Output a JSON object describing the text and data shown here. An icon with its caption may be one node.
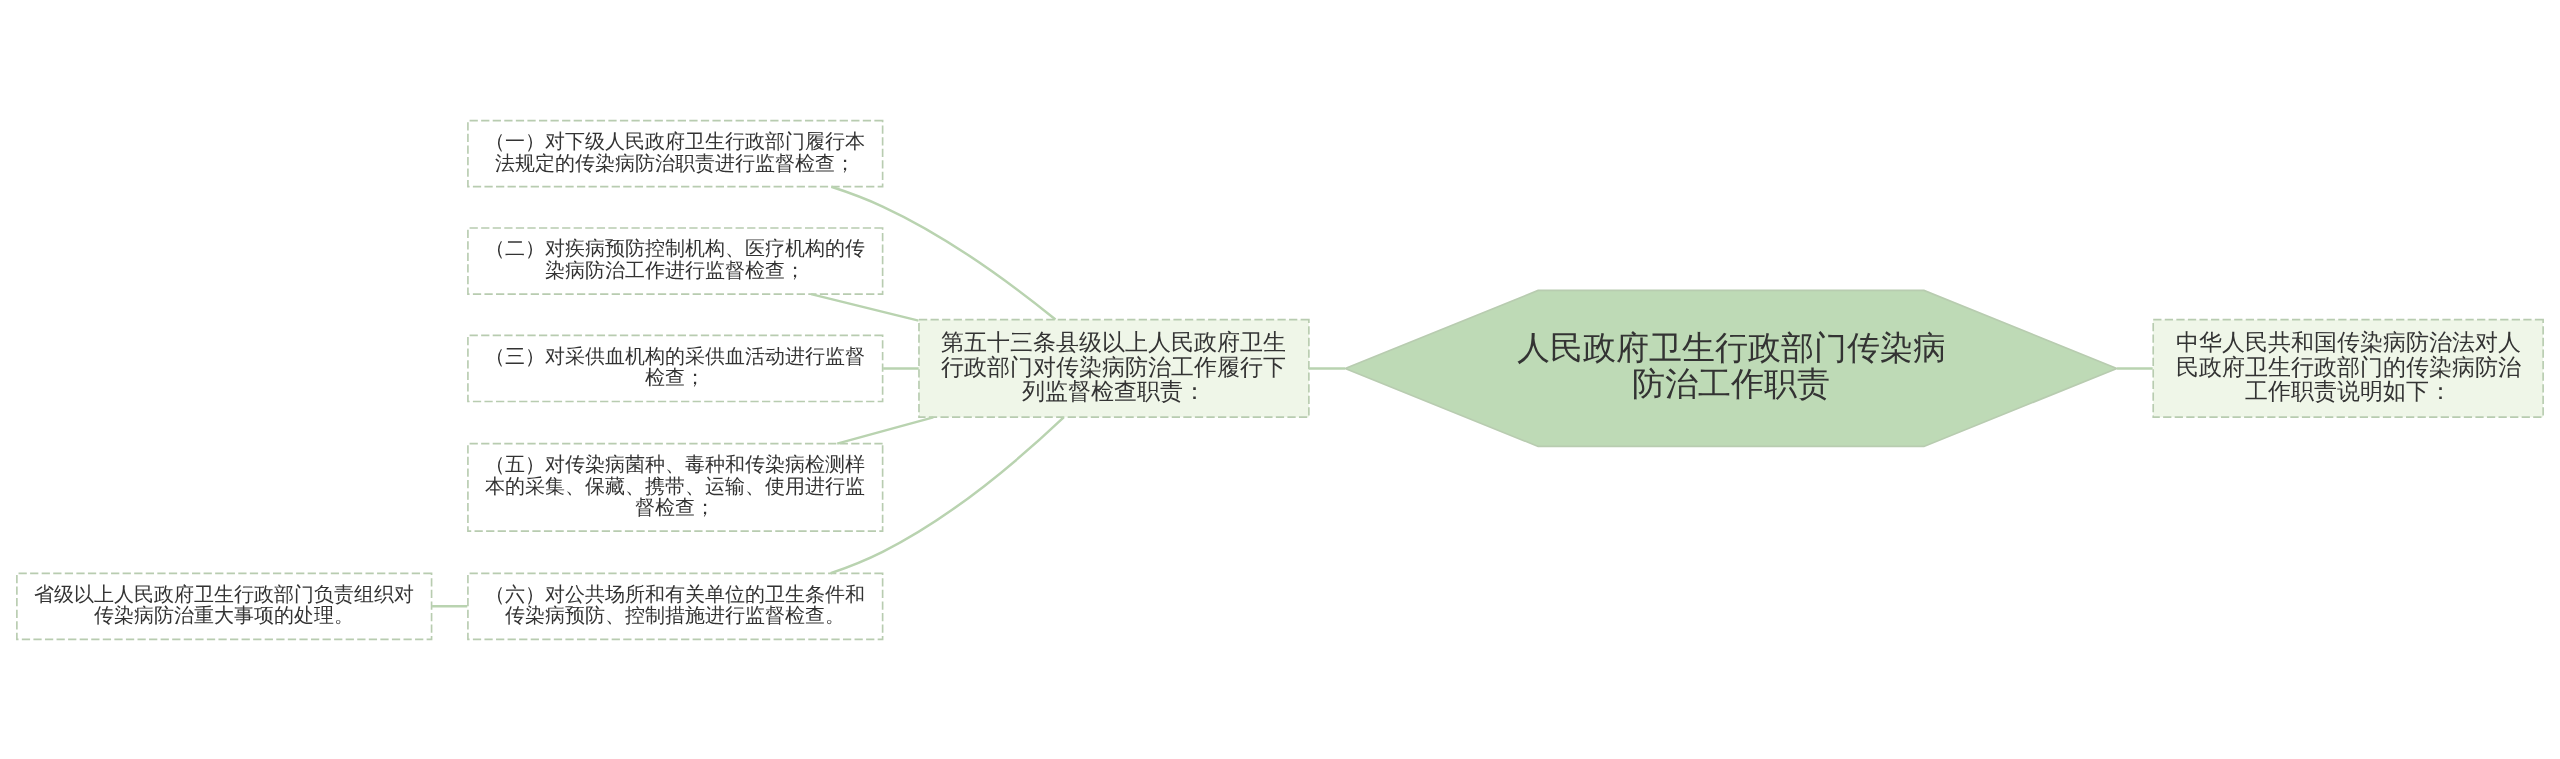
{
  "diagram": {
    "nodes": [
      {
        "text": [
          "人民政府卫生行政部门传染病防治工作职责"
        ]
      },
      {
        "text": [
          "中华人民共和国传染病防治法对人民政府卫生行政部门的传染病防治工作职责说明如下："
        ]
      },
      {
        "text": [
          "第五十三条县级以上人民政府卫生行政部门对传染病防治工作履行下列监督检查职责："
        ]
      },
      {
        "text": [
          "（一）对下级人民政府卫生行政部门履行本法规定的传染病防治职责进行监督检查；"
        ]
      },
      {
        "text": [
          "（二）对疾病预防控制机构、医疗机构的传染病防治工作进行监督检查；"
        ]
      },
      {
        "text": [
          "（三）对采供血机构的采供血活动进行监督检查；"
        ]
      },
      {
        "text": [
          "（五）对传染病菌种、毒种和传染病检测样本的采集、保藏、携带、运输、使用进行监督检查；"
        ]
      },
      {
        "text": [
          "（六）对公共场所和有关单位的卫生条件和传染病预防、控制措施进行监督检查。"
        ]
      },
      {
        "text": [
          "省级以上人民政府卫生行政部门负责组织对传染病防治重大事项的处理。"
        ]
      }
    ],
    "edges": [
      {
        "from": 0,
        "to": 1,
        "arrow": "none"
      },
      {
        "from": 0,
        "to": 2,
        "arrow": "none"
      },
      {
        "from": 2,
        "to": 3,
        "arrow": "none"
      },
      {
        "from": 2,
        "to": 4,
        "arrow": "none"
      },
      {
        "from": 2,
        "to": 5,
        "arrow": "none"
      },
      {
        "from": 2,
        "to": 6,
        "arrow": "none"
      },
      {
        "from": 2,
        "to": 7,
        "arrow": "none"
      },
      {
        "from": 7,
        "to": 8,
        "arrow": "none"
      }
    ]
  }
}
